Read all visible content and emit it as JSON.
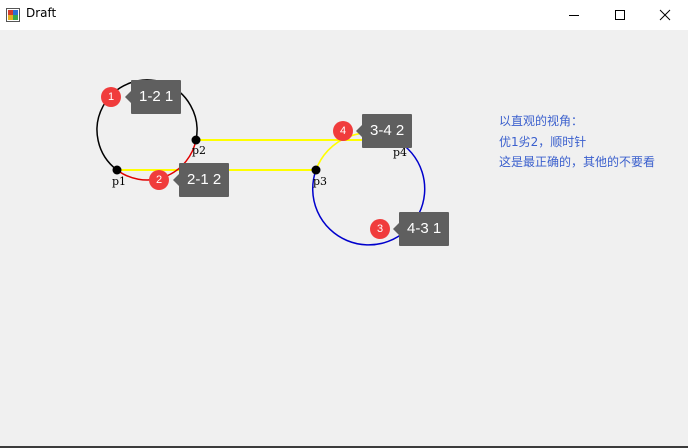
{
  "window": {
    "title": "Draft"
  },
  "icons": {
    "app": "app-icon",
    "minimize": "minimize-icon",
    "maximize": "maximize-icon",
    "close": "close-icon"
  },
  "points": {
    "p1": "p1",
    "p2": "p2",
    "p3": "p3",
    "p4": "p4"
  },
  "badges": {
    "b1": "1",
    "b2": "2",
    "b3": "3",
    "b4": "4"
  },
  "tooltips": {
    "t1": "1-2  1",
    "t2": "2-1  2",
    "t3": "4-3  1",
    "t4": "3-4  2"
  },
  "note": {
    "line1": "以直观的视角：",
    "line2": "优1劣2，顺时针",
    "line3": "这是最正确的，其他的不要看"
  },
  "colors": {
    "badge": "#f03c3c",
    "tooltip": "#5f5f5f",
    "note": "#3a5fcd",
    "arc_black": "#000000",
    "arc_red": "#e00000",
    "arc_blue": "#0000cc",
    "link_yellow": "#ffff00"
  }
}
